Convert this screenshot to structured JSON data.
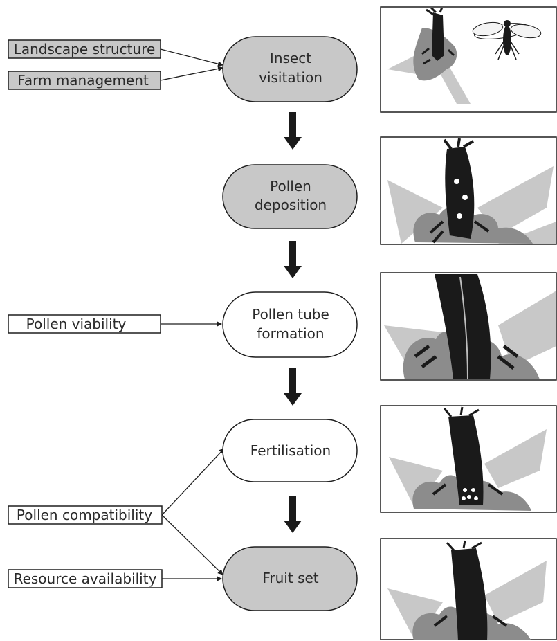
{
  "colors": {
    "node_grey": "#c8c8c8",
    "node_white": "#ffffff",
    "outline": "#1e1e1e",
    "petal_light": "#c8c8c8",
    "petal_mid": "#8c8c8c",
    "stamen_dark": "#1a1a1a"
  },
  "factors": [
    {
      "label": "Landscape structure",
      "fill": "#c8c8c8",
      "connects_to": "Insect visitation"
    },
    {
      "label": "Farm management",
      "fill": "#c8c8c8",
      "connects_to": "Insect visitation"
    },
    {
      "label": "Pollen viability",
      "fill": "#ffffff",
      "connects_to": "Pollen tube formation"
    },
    {
      "label": "Pollen compatibility",
      "fill": "#ffffff",
      "connects_to": "Fertilisation / Fruit set"
    },
    {
      "label": "Resource availability",
      "fill": "#ffffff",
      "connects_to": "Fruit set"
    }
  ],
  "stages": [
    {
      "line1": "Insect",
      "line2": "visitation",
      "fill": "#c8c8c8"
    },
    {
      "line1": "Pollen",
      "line2": "deposition",
      "fill": "#c8c8c8"
    },
    {
      "line1": "Pollen tube",
      "line2": "formation",
      "fill": "#ffffff"
    },
    {
      "line1": "Fertilisation",
      "line2": "",
      "fill": "#ffffff"
    },
    {
      "line1": "Fruit set",
      "line2": "",
      "fill": "#c8c8c8"
    }
  ],
  "illustrations": [
    {
      "icon": "flower-with-insect-icon"
    },
    {
      "icon": "flower-pollen-deposition-icon"
    },
    {
      "icon": "flower-pollen-tube-icon"
    },
    {
      "icon": "flower-fertilisation-icon"
    },
    {
      "icon": "flower-fruit-set-icon"
    }
  ]
}
